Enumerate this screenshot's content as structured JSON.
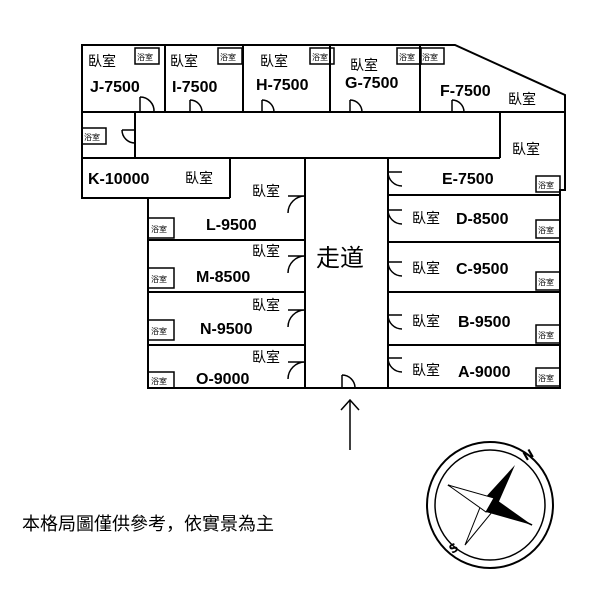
{
  "corridor_label": "走道",
  "bedroom_label": "臥室",
  "bathroom_label": "浴室",
  "disclaimer": "本格局圖僅供參考，依實景為主",
  "compass": {
    "north": "N",
    "south": "S"
  },
  "rooms": {
    "J": "J-7500",
    "I": "I-7500",
    "H": "H-7500",
    "G": "G-7500",
    "F": "F-7500",
    "E": "E-7500",
    "D": "D-8500",
    "C": "C-9500",
    "B": "B-9500",
    "A": "A-9000",
    "K": "K-10000",
    "L": "L-9500",
    "M": "M-8500",
    "N": "N-9500",
    "O": "O-9000"
  }
}
